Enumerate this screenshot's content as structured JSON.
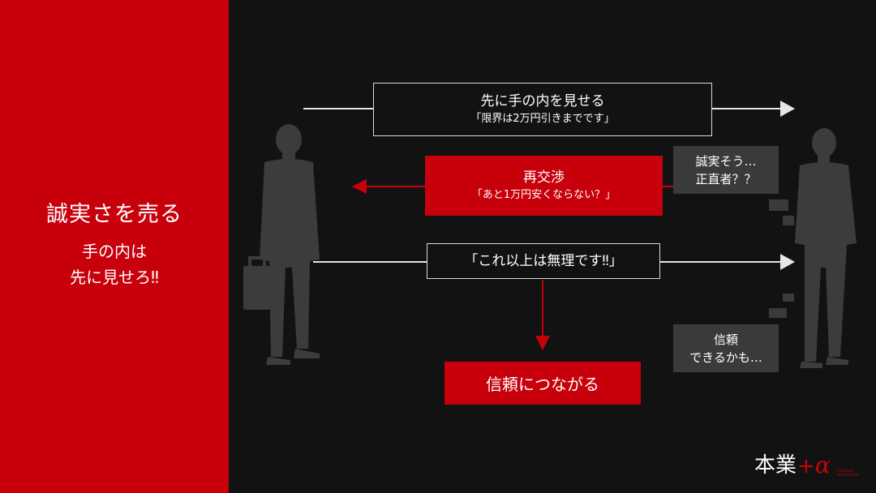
{
  "sidebar": {
    "title": "誠実さを売る",
    "subtitle_line1": "手の内は",
    "subtitle_line2": "先に見せろ‼"
  },
  "flow": {
    "step1": {
      "title": "先に手の内を見せる",
      "quote": "「限界は2万円引きまでです」"
    },
    "step2": {
      "title": "再交渉",
      "quote": "「あと1万円安くならない？」"
    },
    "step3": {
      "quote": "「これ以上は無理です‼」"
    },
    "result": {
      "label": "信頼につながる"
    }
  },
  "thoughts": {
    "first_line1": "誠実そう…",
    "first_line2": "正直者？？",
    "second_line1": "信頼",
    "second_line2": "できるかも…"
  },
  "logo": {
    "text": "本業",
    "plus": "+",
    "alpha": "α",
    "small_line1": "Employee",
    "small_line2": "Achievement"
  },
  "colors": {
    "accent": "#c8000c",
    "background": "#121212",
    "thought_box": "#3a3a3a",
    "silhouette": "#3c3c3c"
  }
}
